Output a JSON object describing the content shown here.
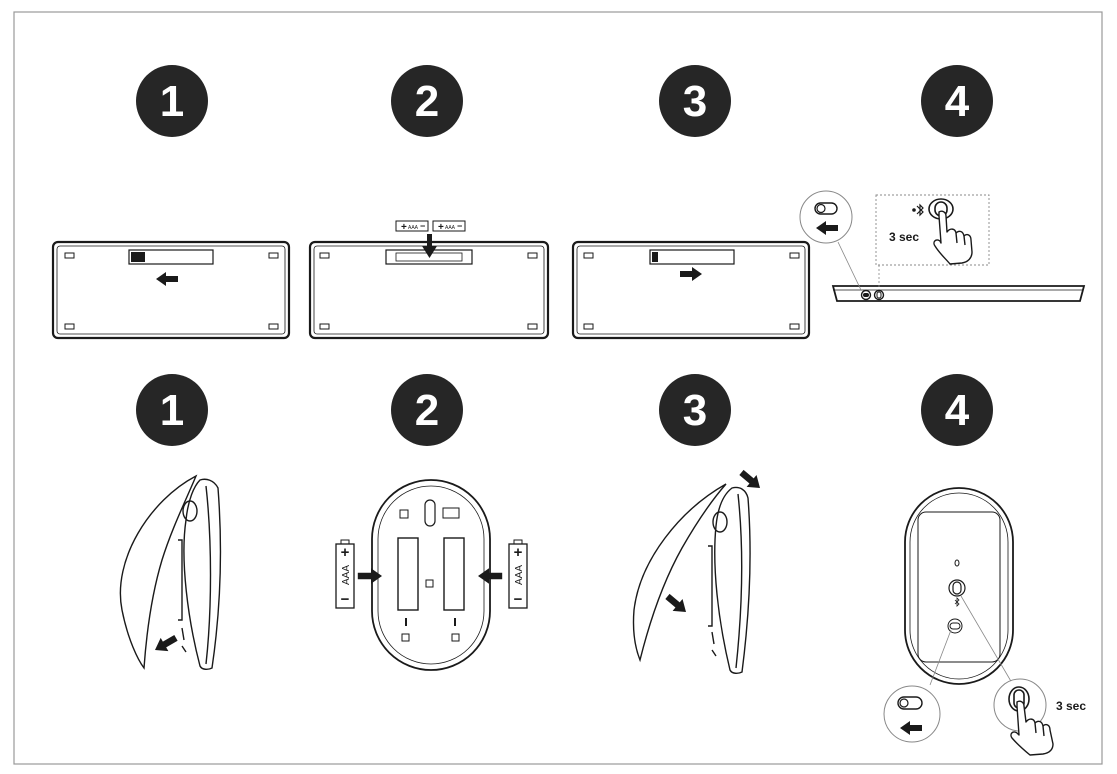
{
  "keyboard_steps": [
    {
      "number": "1"
    },
    {
      "number": "2"
    },
    {
      "number": "3"
    },
    {
      "number": "4"
    }
  ],
  "mouse_steps": [
    {
      "number": "1"
    },
    {
      "number": "2"
    },
    {
      "number": "3"
    },
    {
      "number": "4"
    }
  ],
  "battery": {
    "type": "AAA",
    "plus": "+",
    "minus": "−"
  },
  "hold_time": "3 sec",
  "icons": [
    "arrow-left-icon",
    "arrow-right-icon",
    "arrow-down-icon",
    "power-switch-icon",
    "bluetooth-icon",
    "hand-press-icon"
  ],
  "colors": {
    "line": "#1a1a1a",
    "badge": "#262626",
    "frame": "#999999",
    "callout": "#888888"
  }
}
